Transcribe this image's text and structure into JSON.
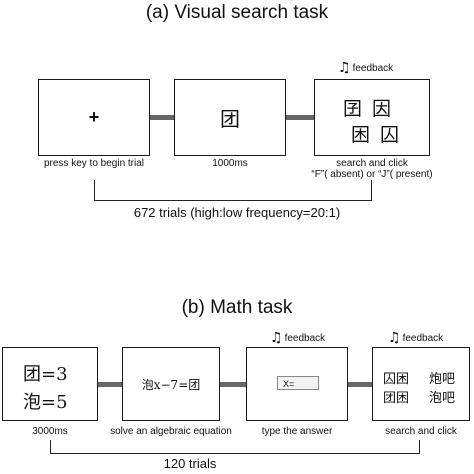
{
  "visual_search": {
    "title": "(a)  Visual search task",
    "frame1": {
      "content": "+",
      "caption": "press key to begin trial"
    },
    "frame2": {
      "content": "团",
      "caption": "1000ms"
    },
    "frame3": {
      "row1": "囝 因",
      "row2": "困 囚",
      "caption_line1": "search and click",
      "caption_line2": "“F”( absent) or “J”( present)",
      "feedback": "feedback"
    },
    "trials": "672  trials (high:low frequency=20:1)"
  },
  "math": {
    "title": "(b)  Math task",
    "frame1": {
      "line1": "团=3",
      "line2": "泡=5",
      "caption": "3000ms"
    },
    "frame2": {
      "content": "泡x−7=团",
      "caption": "solve an algebraic equation"
    },
    "frame3": {
      "input": "X=",
      "caption": "type the answer",
      "feedback": "feedback"
    },
    "frame4": {
      "left_row1": "囚困",
      "left_row2": "团困",
      "right_row1": "炮吧",
      "right_row2": "泡吧",
      "caption": "search and click",
      "feedback": "feedback"
    },
    "trials": "120  trials"
  },
  "icons": {
    "feedback": "music-note-icon"
  }
}
